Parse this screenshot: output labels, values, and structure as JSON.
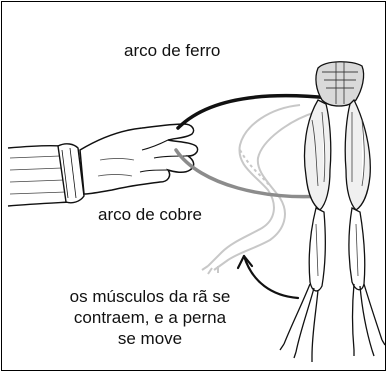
{
  "labels": {
    "iron_arc": "arco de ferro",
    "copper_arc": "arco de cobre"
  },
  "caption": {
    "lines": [
      "os músculos da rã se",
      "contraem, e a perna",
      "se move"
    ]
  },
  "colors": {
    "iron_arc": "#111111",
    "copper_arc": "#8c8c8c",
    "ink": "#111111",
    "ghost_leg": "#c8c8c8"
  },
  "icons": {
    "hand": "hand-holding-arcs-illustration",
    "frog": "frog-legs-illustration",
    "arrow": "curved-arrow-icon"
  }
}
